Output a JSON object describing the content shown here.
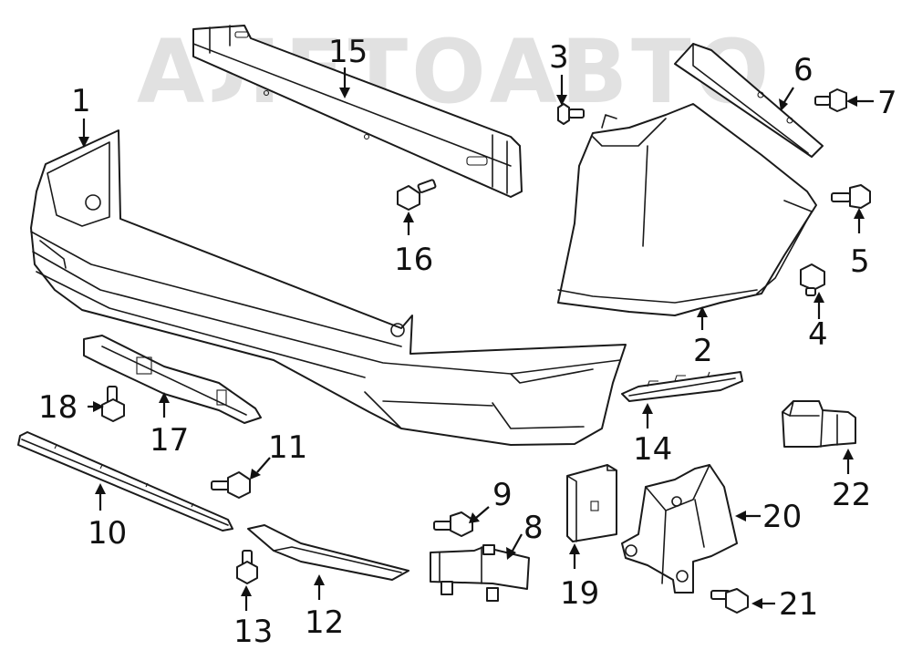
{
  "watermark": {
    "text": "АЛЕТОАВТО"
  },
  "callouts": [
    {
      "id": "c1",
      "label": "1"
    },
    {
      "id": "c2",
      "label": "2"
    },
    {
      "id": "c3",
      "label": "3"
    },
    {
      "id": "c4",
      "label": "4"
    },
    {
      "id": "c5",
      "label": "5"
    },
    {
      "id": "c6",
      "label": "6"
    },
    {
      "id": "c7",
      "label": "7"
    },
    {
      "id": "c8",
      "label": "8"
    },
    {
      "id": "c9",
      "label": "9"
    },
    {
      "id": "c10",
      "label": "10"
    },
    {
      "id": "c11",
      "label": "11"
    },
    {
      "id": "c12",
      "label": "12"
    },
    {
      "id": "c13",
      "label": "13"
    },
    {
      "id": "c14",
      "label": "14"
    },
    {
      "id": "c15",
      "label": "15"
    },
    {
      "id": "c16",
      "label": "16"
    },
    {
      "id": "c17",
      "label": "17"
    },
    {
      "id": "c18",
      "label": "18"
    },
    {
      "id": "c19",
      "label": "19"
    },
    {
      "id": "c20",
      "label": "20"
    },
    {
      "id": "c21",
      "label": "21"
    },
    {
      "id": "c22",
      "label": "22"
    }
  ]
}
